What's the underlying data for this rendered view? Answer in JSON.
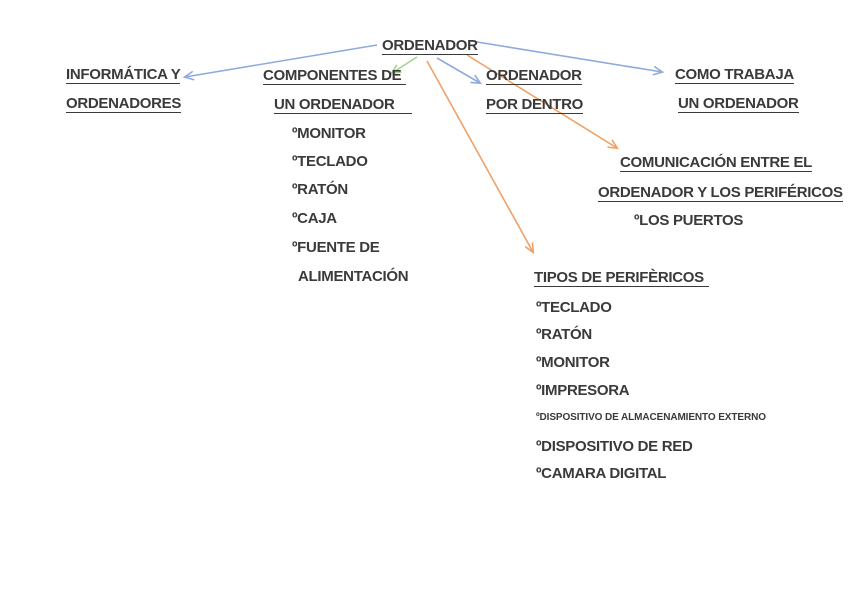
{
  "page": {
    "background": "#ffffff",
    "text_color": "#3a3a3a"
  },
  "colors": {
    "connector_blue": "#8FAADC",
    "connector_orange": "#F0A168",
    "connector_green": "#A9D18E"
  },
  "root": {
    "label": "ORDENADOR"
  },
  "branches": {
    "informatica": {
      "line1": "INFORMÁTICA Y",
      "line2": "ORDENADORES"
    },
    "componentes": {
      "line1": "COMPONENTES DE",
      "line2": "UN ORDENADOR",
      "items": [
        "ºMONITOR",
        "ºTECLADO",
        "ºRATÓN",
        "ºCAJA",
        "ºFUENTE DE",
        "ALIMENTACIÓN"
      ]
    },
    "por_dentro": {
      "line1": "ORDENADOR",
      "line2": "POR DENTRO"
    },
    "como_trabaja": {
      "line1": "COMO TRABAJA",
      "line2": "UN ORDENADOR"
    },
    "comunicacion": {
      "line1": "COMUNICACIÓN ENTRE EL",
      "line2": "ORDENADOR Y LOS PERIFÉRICOS",
      "item": "ºLOS PUERTOS"
    },
    "tipos": {
      "title": "TIPOS DE PERIFÈRICOS",
      "items": [
        "ºTECLADO",
        "ºRATÓN",
        "ºMONITOR",
        "ºIMPRESORA",
        "ºDISPOSITIVO DE ALMACENAMIENTO EXTERNO",
        "ºDISPOSITIVO DE RED",
        "ºCAMARA DIGITAL"
      ]
    }
  }
}
